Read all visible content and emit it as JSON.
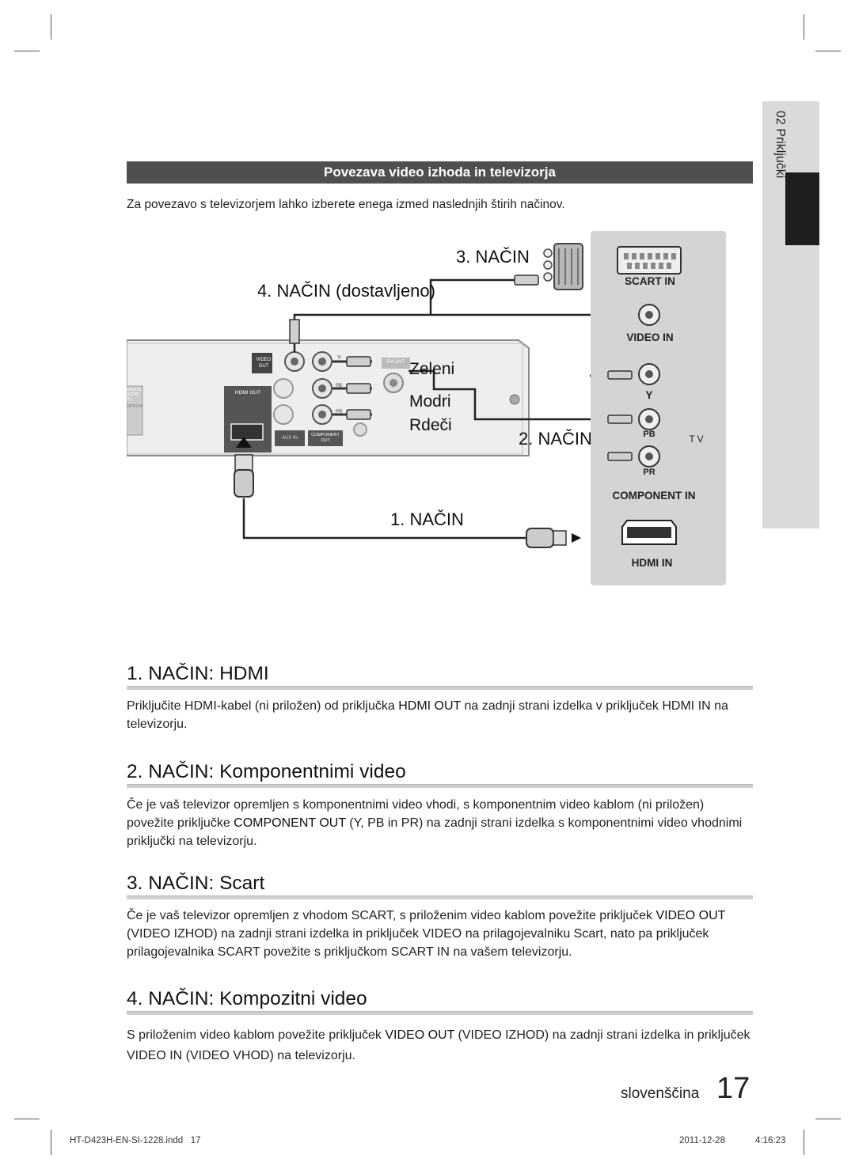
{
  "side_tab": {
    "label": "02  Priključki"
  },
  "section_bar": {
    "title": "Povezava video izhoda in televizorja"
  },
  "intro": "Za povezavo s televizorjem lahko izberete enega izmed naslednjih štirih načinov.",
  "diagram": {
    "labels": {
      "method3": "3. NAČIN",
      "method4": "4. NAČIN (dostavljeno)",
      "method2": "2. NAČIN",
      "method1": "1. NAČIN",
      "green": "Zeleni",
      "blue": "Modri",
      "red": "Rdeči"
    },
    "device": {
      "video_out": "VIDEO OUT",
      "hdmi_out": "HDMI OUT",
      "aux_in": "AUX IN",
      "component_out": "COMPONENT OUT",
      "fm_ant": "FM ANT",
      "digital_in": "DIGITAL AUDIO IN",
      "optical": "OPTICAL",
      "pb": "PB",
      "pr": "PR",
      "y": "Y"
    },
    "tv": {
      "scart_in": "SCART IN",
      "video_in": "VIDEO IN",
      "y": "Y",
      "pb": "PB",
      "pr": "PR",
      "tv": "TV",
      "component_in": "COMPONENT IN",
      "hdmi_in": "HDMI IN"
    }
  },
  "sections": [
    {
      "title": "1. NAČIN: HDMI",
      "text_parts": [
        "Priključite HDMI-kabel (ni priložen) od priključka ",
        "HDMI OUT",
        " na zadnji strani izdelka v priključek HDMI IN na televizorju."
      ]
    },
    {
      "title": "2. NAČIN: Komponentnimi video",
      "text_parts": [
        "Če je vaš televizor opremljen s komponentnimi video vhodi, s komponentnim video kablom (ni priložen) povežite priključke ",
        "COMPONENT OUT",
        " (Y, PB in PR) na zadnji strani izdelka s komponentnimi video vhodnimi priključki na televizorju."
      ]
    },
    {
      "title": "3. NAČIN: Scart",
      "text_parts": [
        "Če je vaš televizor opremljen z vhodom SCART, s priloženim video kablom povežite priključek ",
        "VIDEO OUT",
        " (VIDEO IZHOD) na zadnji strani izdelka in priključek VIDEO na prilagojevalniku Scart, nato pa priključek prilagojevalnika SCART povežite s priključkom SCART IN na vašem televizorju."
      ]
    },
    {
      "title": "4. NAČIN: Kompozitni video",
      "text_parts": [
        "S priloženim video kablom povežite priključek ",
        "VIDEO OUT",
        " (VIDEO IZHOD) na zadnji strani izdelka in priključek VIDEO IN (VIDEO VHOD) na televizorju."
      ]
    }
  ],
  "footer": {
    "language": "slovenščina",
    "page_number": "17",
    "slug_file": "HT-D423H-EN-SI-1228.indd   17",
    "slug_date": "2011-12-28",
    "slug_time": "4:16:23"
  }
}
